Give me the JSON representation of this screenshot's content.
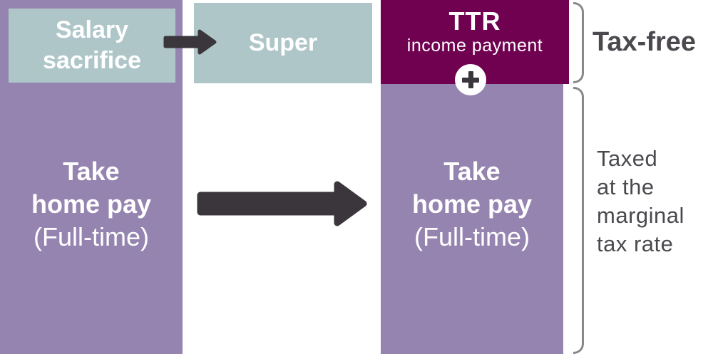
{
  "colors": {
    "purple": "#9584b0",
    "teal": "#afc6c9",
    "maroon": "#700050",
    "arrow": "#3a363b",
    "text_dark": "#4b494e",
    "bracket": "#8a888d",
    "white_text": "#ffffff"
  },
  "boxes": {
    "salary_sacrifice": {
      "lines": [
        "Salary",
        "sacrifice"
      ]
    },
    "super": {
      "label": "Super"
    },
    "ttr": {
      "title": "TTR",
      "subtitle": "income payment"
    },
    "take_home_left": {
      "bold_lines": [
        "Take",
        "home pay"
      ],
      "normal_line": "(Full-time)"
    },
    "take_home_right": {
      "bold_lines": [
        "Take",
        "home pay"
      ],
      "normal_line": "(Full-time)"
    }
  },
  "icons": {
    "plus_icon": "+",
    "small_arrow_icon": "arrow-right",
    "big_arrow_icon": "arrow-right"
  },
  "annotations": {
    "tax_free": "Tax-free",
    "taxed_lines": [
      "Taxed",
      "at the",
      "marginal",
      "tax rate"
    ]
  }
}
